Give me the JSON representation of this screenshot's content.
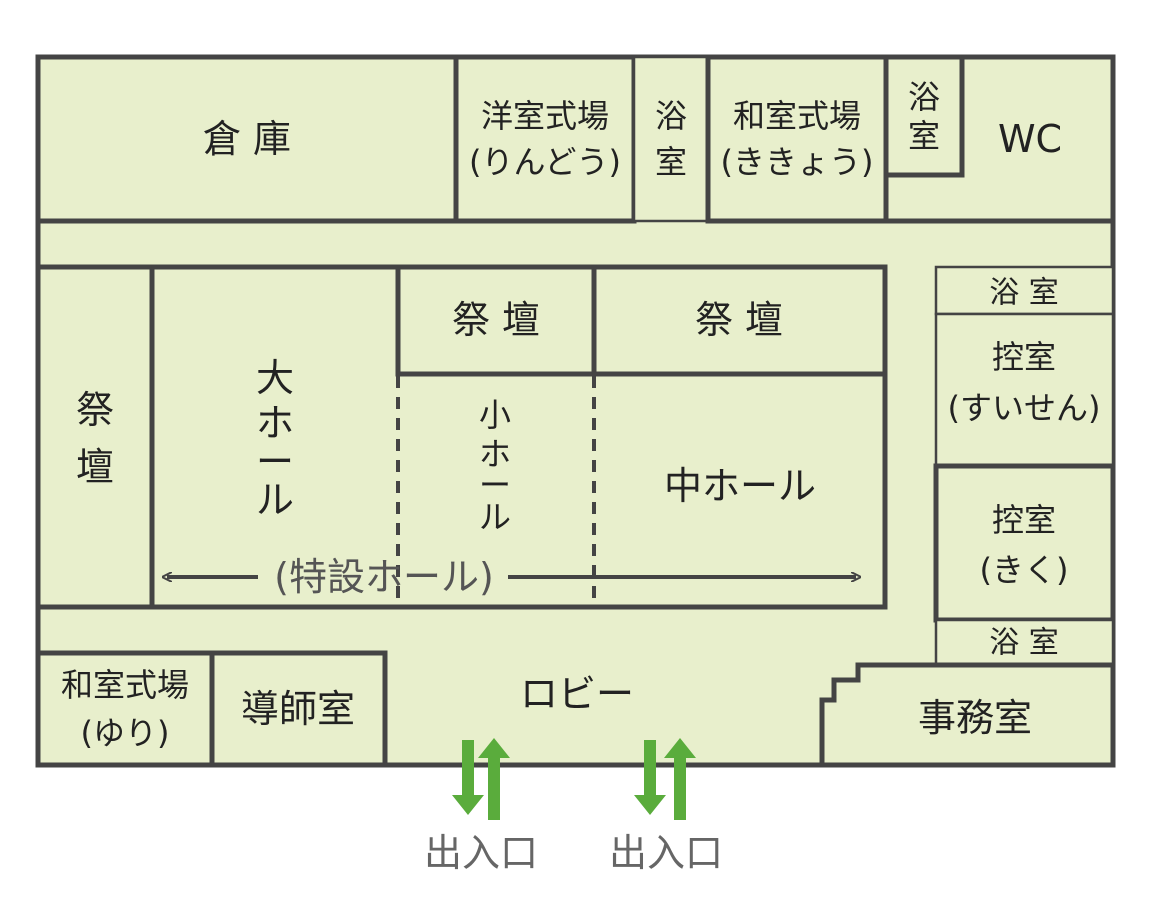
{
  "colors": {
    "floor": "#e8efcc",
    "wall": "#444444",
    "arrow_green": "#5aac3c",
    "text": "#222222"
  },
  "rooms": {
    "storage": "倉 庫",
    "western_hall": {
      "line1": "洋室式場",
      "line2": "(りんどう)"
    },
    "bath_top_a": {
      "line1": "浴",
      "line2": "室"
    },
    "japanese_hall_kikyo": {
      "line1": "和室式場",
      "line2": "(ききょう)"
    },
    "bath_top_b": {
      "line1": "浴",
      "line2": "室"
    },
    "wc": "WC",
    "altar_left": {
      "line1": "祭",
      "line2": "壇"
    },
    "large_hall": {
      "c1": "大",
      "c2": "ホ",
      "c3": "ー",
      "c4": "ル"
    },
    "altar_small": "祭 壇",
    "altar_mid": "祭 壇",
    "small_hall": {
      "c1": "小",
      "c2": "ホ",
      "c3": "ー",
      "c4": "ル"
    },
    "middle_hall": "中ホール",
    "special_hall": "(特設ホール)",
    "bath_right_1": "浴 室",
    "waiting_suisen": {
      "line1": "控室",
      "line2": "(すいせん)"
    },
    "waiting_kiku": {
      "line1": "控室",
      "line2": "(きく)"
    },
    "bath_right_2": "浴 室",
    "japanese_hall_yuri": {
      "line1": "和室式場",
      "line2": "(ゆり)"
    },
    "priest_room": "導師室",
    "lobby": "ロビー",
    "office": "事務室"
  },
  "entrances": [
    "出入口",
    "出入口"
  ]
}
